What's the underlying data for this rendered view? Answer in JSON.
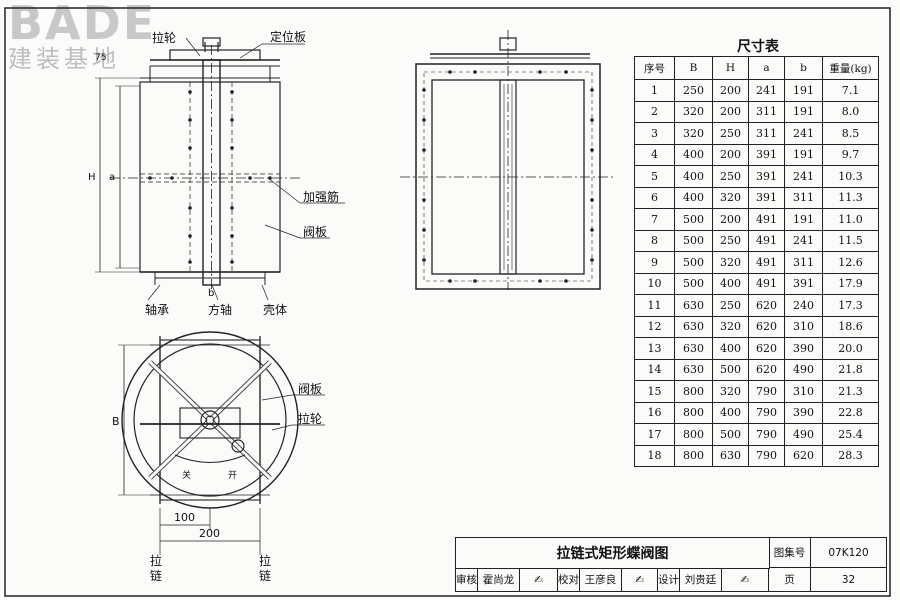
{
  "brand": {
    "name": "BADE",
    "sub": "建装基地"
  },
  "labels": {
    "lalun_top": "拉轮",
    "positioning_plate": "定位板",
    "stiffener": "加强筋",
    "valve_plate": "阀板",
    "bearing": "轴承",
    "square_shaft": "方轴",
    "housing": "壳体",
    "valve_plate_2": "阀板",
    "pulley": "拉轮",
    "dim_H": "H",
    "dim_a": "a",
    "dim_b": "b",
    "dim_75": "75",
    "dim_B": "B",
    "dim_100": "100",
    "dim_200": "200",
    "close": "关",
    "open": "开",
    "chain_left_1": "拉",
    "chain_left_2": "链",
    "chain_right_1": "拉",
    "chain_right_2": "链"
  },
  "table": {
    "title": "尺寸表",
    "headers": [
      "序号",
      "B",
      "H",
      "a",
      "b",
      "重量(kg)"
    ],
    "rows": [
      [
        "1",
        "250",
        "200",
        "241",
        "191",
        "7.1"
      ],
      [
        "2",
        "320",
        "200",
        "311",
        "191",
        "8.0"
      ],
      [
        "3",
        "320",
        "250",
        "311",
        "241",
        "8.5"
      ],
      [
        "4",
        "400",
        "200",
        "391",
        "191",
        "9.7"
      ],
      [
        "5",
        "400",
        "250",
        "391",
        "241",
        "10.3"
      ],
      [
        "6",
        "400",
        "320",
        "391",
        "311",
        "11.3"
      ],
      [
        "7",
        "500",
        "200",
        "491",
        "191",
        "11.0"
      ],
      [
        "8",
        "500",
        "250",
        "491",
        "241",
        "11.5"
      ],
      [
        "9",
        "500",
        "320",
        "491",
        "311",
        "12.6"
      ],
      [
        "10",
        "500",
        "400",
        "491",
        "391",
        "17.9"
      ],
      [
        "11",
        "630",
        "250",
        "620",
        "240",
        "17.3"
      ],
      [
        "12",
        "630",
        "320",
        "620",
        "310",
        "18.6"
      ],
      [
        "13",
        "630",
        "400",
        "620",
        "390",
        "20.0"
      ],
      [
        "14",
        "630",
        "500",
        "620",
        "490",
        "21.8"
      ],
      [
        "15",
        "800",
        "320",
        "790",
        "310",
        "21.3"
      ],
      [
        "16",
        "800",
        "400",
        "790",
        "390",
        "22.8"
      ],
      [
        "17",
        "800",
        "500",
        "790",
        "490",
        "25.4"
      ],
      [
        "18",
        "800",
        "630",
        "790",
        "620",
        "28.3"
      ]
    ]
  },
  "title_block": {
    "title": "拉链式矩形蝶阀图",
    "atlas_label": "图集号",
    "atlas_no": "07K120",
    "review_label": "审核",
    "reviewer": "霍尚龙",
    "check_label": "校对",
    "checker": "王彦良",
    "design_label": "设计",
    "designer": "刘贵廷",
    "page_label": "页",
    "page_no": "32"
  }
}
